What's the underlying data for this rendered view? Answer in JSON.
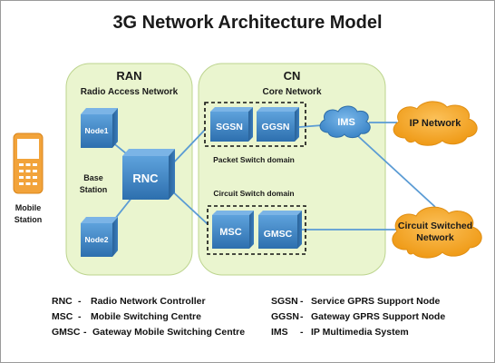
{
  "title": "3G Network Architecture Model",
  "mobile_station": {
    "label_line1": "Mobile",
    "label_line2": "Station"
  },
  "ran": {
    "title": "RAN",
    "subtitle": "Radio Access Network",
    "node1": "Node1",
    "node2": "Node2",
    "base_station_line1": "Base",
    "base_station_line2": "Station",
    "rnc": "RNC"
  },
  "cn": {
    "title": "CN",
    "subtitle": "Core Network",
    "sgsn": "SGSN",
    "ggsn": "GGSN",
    "packet_domain": "Packet Switch domain",
    "circuit_domain": "Circuit Switch domain",
    "msc": "MSC",
    "gmsc": "GMSC"
  },
  "ims": "IMS",
  "ip_network": "IP Network",
  "circuit_network_line1": "Circuit Switched",
  "circuit_network_line2": "Network",
  "legend_left": [
    {
      "abbr": "RNC",
      "sep": "-",
      "full": "Radio Network Controller"
    },
    {
      "abbr": "MSC",
      "sep": "-",
      "full": "Mobile Switching Centre"
    },
    {
      "abbr": "GMSC",
      "sep": "-",
      "full": "Gateway Mobile Switching Centre"
    }
  ],
  "legend_right": [
    {
      "abbr": "SGSN",
      "sep": "-",
      "full": "Service GPRS Support Node"
    },
    {
      "abbr": "GGSN",
      "sep": "-",
      "full": "Gateway GPRS Support Node"
    },
    {
      "abbr": "IMS",
      "sep": "-",
      "full": "IP Multimedia System"
    }
  ],
  "colors": {
    "panel_fill": "#eaf5cf",
    "panel_stroke": "#b7cf86",
    "node_blue": "#3f86c6",
    "node_blue_dark": "#2c6aa3",
    "cloud_orange": "#f6a623",
    "cloud_blue": "#4f97d4",
    "phone_orange": "#f2a33a",
    "link_blue": "#5a9bd4"
  }
}
